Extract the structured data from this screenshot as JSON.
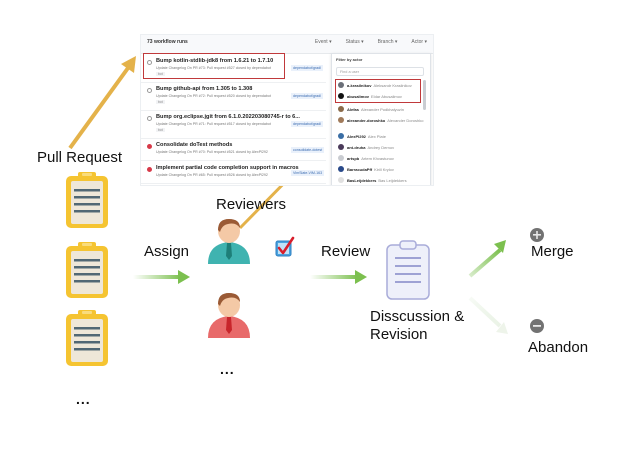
{
  "github_panel": {
    "run_count": "73 workflow runs",
    "filters": [
      "Event ▾",
      "Status ▾",
      "Branch ▾",
      "Actor ▾"
    ],
    "runs": [
      {
        "title": "Bump kotlin-stdlib-jdk8 from 1.6.21 to 1.7.10",
        "subtitle": "Update Changelog On PR #73: Pull request #527 closed by dependabot",
        "tag": "bot",
        "status": "neutral",
        "branch": "dependabot/gradl",
        "highlighted": true
      },
      {
        "title": "Bump github-api from 1.305 to 1.308",
        "subtitle": "Update Changelog On PR #72: Pull request #520 closed by dependabot",
        "tag": "bot",
        "status": "neutral",
        "branch": "dependabot/gradl",
        "highlighted": false
      },
      {
        "title": "Bump org.eclipse.jgit from 6.1.0.202203080745-r to 6...",
        "subtitle": "Update Changelog On PR #71: Pull request #517 closed by dependabot",
        "tag": "bot",
        "status": "neutral",
        "branch": "dependabot/gradl",
        "highlighted": false
      },
      {
        "title": "Consolidate doTest methods",
        "subtitle": "Update Changelog On PR #70: Pull request #521 closed by AlexPl292",
        "tag": "",
        "status": "failed",
        "branch": "consolidate-dotest",
        "highlighted": false
      },
      {
        "title": "Implement partial code completion support in macros",
        "subtitle": "Update Changelog On PR #65: Pull request #526 closed by AlexPl292",
        "tag": "",
        "status": "failed",
        "branch": "VimSlate-VIM-163",
        "highlighted": false
      }
    ],
    "actor_menu": {
      "header": "Filter by actor",
      "search_placeholder": "Find a user",
      "users": [
        {
          "username": "a-krasilnikov",
          "fullname": "Aleksandr Krasilnikov",
          "highlighted": true
        },
        {
          "username": "abusalimov",
          "fullname": "Eldar Abusalimov",
          "highlighted": true
        },
        {
          "username": "Alefas",
          "fullname": "Alexander Podkhalyuzin",
          "highlighted": false
        },
        {
          "username": "alexander-doroshko",
          "fullname": "Alexander Doroshko",
          "highlighted": false
        },
        {
          "username": "AlexPl292",
          "fullname": "Alex Plate",
          "highlighted": false
        },
        {
          "username": "ant-druha",
          "fullname": "Andrey Dernov",
          "highlighted": false
        },
        {
          "username": "artspb",
          "fullname": "Artem Khvastunov",
          "highlighted": false
        },
        {
          "username": "BarracudaPff",
          "fullname": "Kirill Krylov",
          "highlighted": false
        },
        {
          "username": "BasLeijdekkers",
          "fullname": "Bas Leijdekkers",
          "highlighted": false
        }
      ]
    }
  },
  "diagram": {
    "pull_request_label": "Pull Request",
    "assign_label": "Assign",
    "reviewers_label": "Reviewers",
    "review_label": "Review",
    "discussion_label_line1": "Disscussion &",
    "discussion_label_line2": "Revision",
    "merge_label": "Merge",
    "abandon_label": "Abandon",
    "pr_ellipsis": "...",
    "reviewer_ellipsis": "..."
  },
  "colors": {
    "arrow_gold": "#e4b24a",
    "arrow_green": "#7cc04f",
    "clipboard_yellow": "#f5c431",
    "reviewer_teal": "#3fb3b0",
    "reviewer_red": "#e86a6a",
    "highlight_red": "#c0393b",
    "doc_purple": "#a9acd9"
  }
}
